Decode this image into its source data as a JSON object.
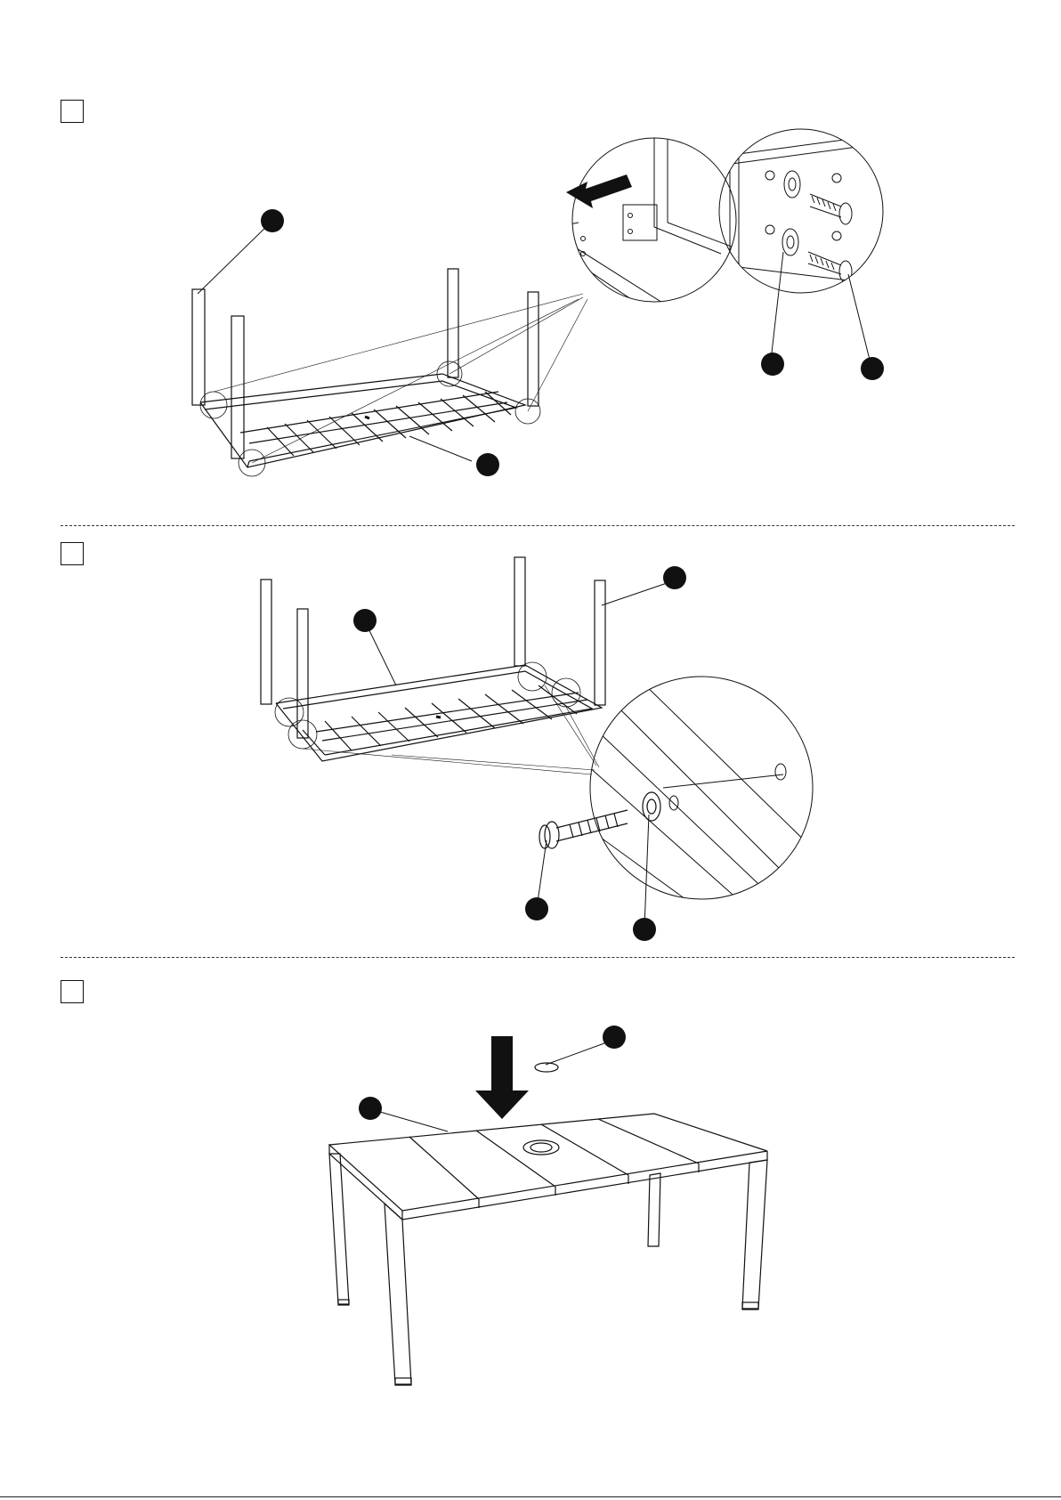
{
  "steps": [
    {
      "callouts": 4
    },
    {
      "callouts": 4
    },
    {
      "callouts": 2
    }
  ],
  "icons": [
    "arrow-left-icon",
    "arrow-down-icon"
  ],
  "colors": {
    "ink": "#111111",
    "callout": "#111111",
    "divider": "#333333"
  }
}
